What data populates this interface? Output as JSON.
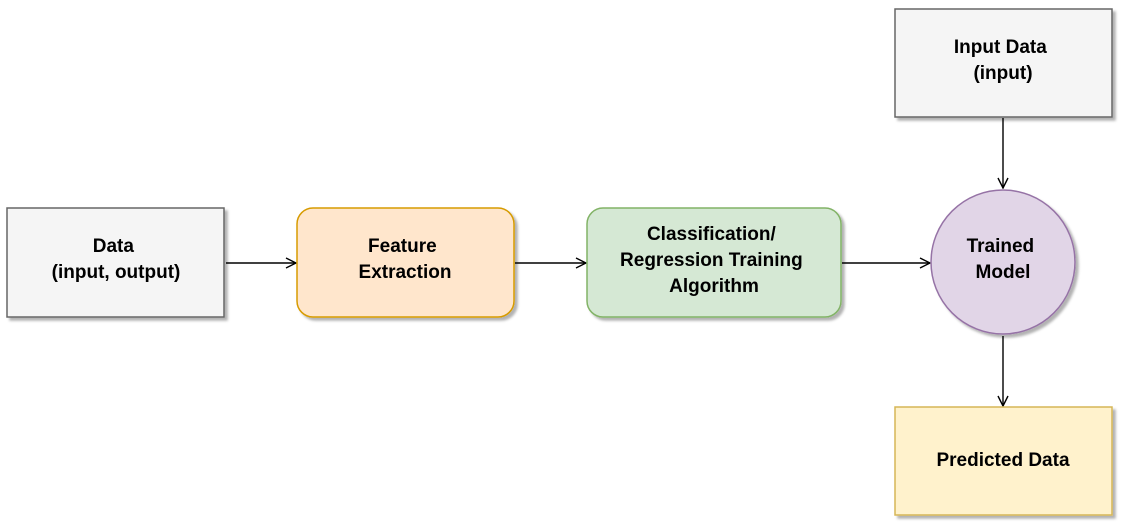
{
  "diagram": {
    "nodes": {
      "data": {
        "lines": [
          "Data",
          "(input, output)"
        ],
        "fill": "#f5f5f5",
        "stroke": "#666666"
      },
      "feature_extraction": {
        "lines": [
          "Feature",
          "Extraction"
        ],
        "fill": "#ffe6cc",
        "stroke": "#d79b00"
      },
      "training_algorithm": {
        "lines": [
          "Classification/",
          "Regression Training",
          "Algorithm"
        ],
        "fill": "#d5e8d4",
        "stroke": "#82b366"
      },
      "trained_model": {
        "lines": [
          "Trained",
          "Model"
        ],
        "fill": "#e1d5e7",
        "stroke": "#9673a6"
      },
      "input_data": {
        "lines": [
          "Input Data",
          "(input)"
        ],
        "fill": "#f5f5f5",
        "stroke": "#666666"
      },
      "predicted_data": {
        "lines": [
          "Predicted Data"
        ],
        "fill": "#fff2cc",
        "stroke": "#d6b656"
      }
    },
    "edge_color": "#000000"
  }
}
